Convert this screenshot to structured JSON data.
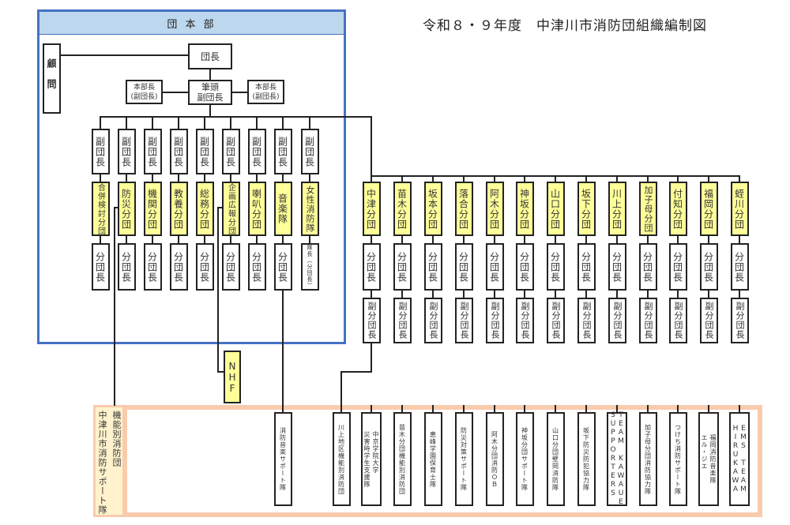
{
  "title": "令和８・９年度　中津川市消防団組織編制図",
  "headquarters": {
    "header": "団 本 部",
    "advisor": "顧問",
    "chief": "団長",
    "first_deputy": "筆頭\n副団長",
    "division_head_left": "本部長\n(副団長)",
    "division_head_right": "本部長\n(副団長)"
  },
  "colors": {
    "hq_border": "#4472c4",
    "hq_header": "#bdd7ee",
    "unit_fill": "#ffff99",
    "support_border": "#f8cbad",
    "support_label_fill": "#fff2cc"
  },
  "hq_units": [
    {
      "deputy": "副団長",
      "name": "合併検討分団",
      "leader": "分団長"
    },
    {
      "deputy": "副団長",
      "name": "防災分団",
      "leader": "分団長"
    },
    {
      "deputy": "副団長",
      "name": "機関分団",
      "leader": "分団長"
    },
    {
      "deputy": "副団長",
      "name": "教養分団",
      "leader": "分団長"
    },
    {
      "deputy": "副団長",
      "name": "総務分団",
      "leader": "分団長"
    },
    {
      "deputy": "副団長",
      "name": "企画広報分団",
      "leader": "分団長"
    },
    {
      "deputy": "副団長",
      "name": "喇叭分団",
      "leader": "分団長"
    },
    {
      "deputy": "副団長",
      "name": "音楽隊",
      "leader": "分団長"
    },
    {
      "deputy": "副団長",
      "name": "女性消防隊",
      "leader": "隊長（分団長）"
    }
  ],
  "nhf": "NHF",
  "district_units": [
    {
      "name": "中津分団",
      "leader": "分団長",
      "vice": "副分団長"
    },
    {
      "name": "苗木分団",
      "leader": "分団長",
      "vice": "副分団長"
    },
    {
      "name": "坂本分団",
      "leader": "分団長",
      "vice": "副分団長"
    },
    {
      "name": "落合分団",
      "leader": "分団長",
      "vice": "副分団長"
    },
    {
      "name": "阿木分団",
      "leader": "分団長",
      "vice": "副分団長"
    },
    {
      "name": "神坂分団",
      "leader": "分団長",
      "vice": "副分団長"
    },
    {
      "name": "山口分団",
      "leader": "分団長",
      "vice": "副分団長"
    },
    {
      "name": "坂下分団",
      "leader": "分団長",
      "vice": "副分団長"
    },
    {
      "name": "川上分団",
      "leader": "分団長",
      "vice": "副分団長"
    },
    {
      "name": "加子母分団",
      "leader": "分団長",
      "vice": "副分団長"
    },
    {
      "name": "付知分団",
      "leader": "分団長",
      "vice": "副分団長"
    },
    {
      "name": "福岡分団",
      "leader": "分団長",
      "vice": "副分団長"
    },
    {
      "name": "蛭川分団",
      "leader": "分団長",
      "vice": "副分団長"
    }
  ],
  "support": {
    "label_1": "機能別消防団",
    "label_2": "中津川市消防サポート隊",
    "teams": [
      "消防音楽サポート隊",
      "川上地区機能別消防団",
      "中京学院大学\n災害時学生支援隊",
      "苗木分団機能別消防団",
      "恵峰学園保育士隊",
      "防災対策サポート隊",
      "阿木分団消防ＯＢ",
      "神坂分団サポート隊",
      "山口分団壁岡消防隊",
      "坂下防災防犯協力隊",
      "TEAM KAWAUE\nSUPPORTERS",
      "加子母分団消防協力隊",
      "つけち消防サポート隊",
      "福岡消防音楽隊\nエル・ジエ",
      "EMS TEAM\nHIRUKAWA"
    ]
  }
}
